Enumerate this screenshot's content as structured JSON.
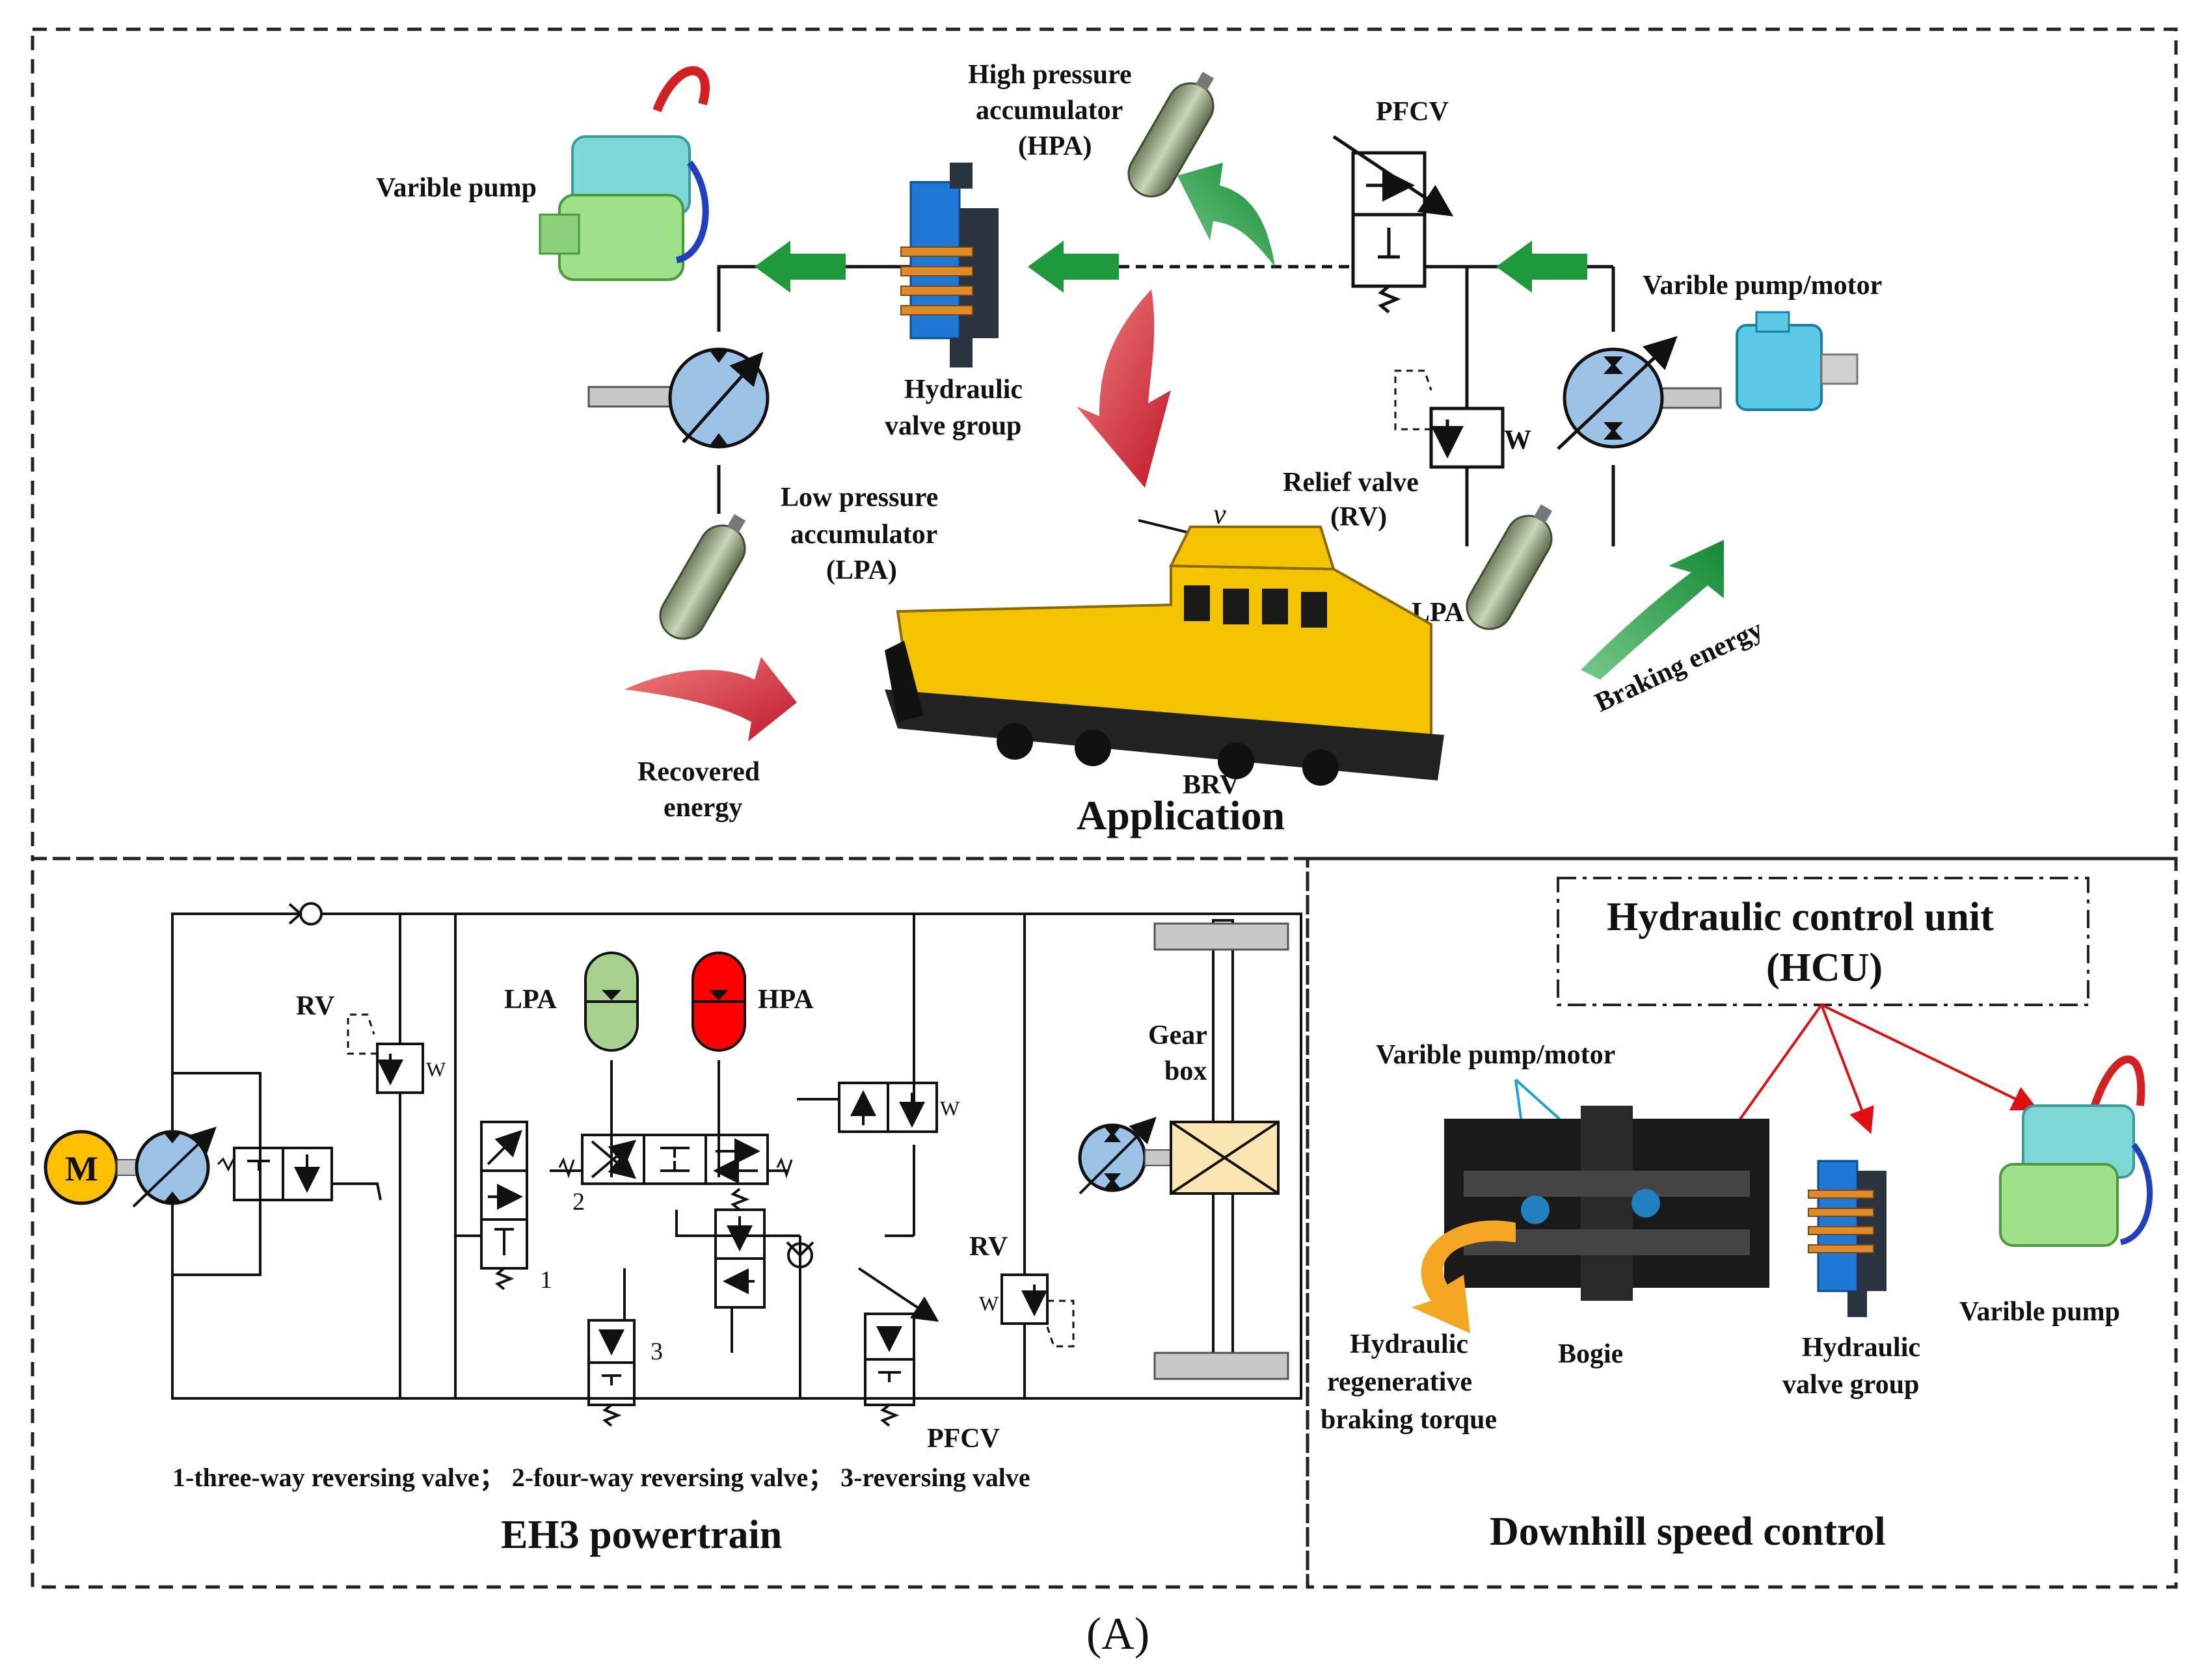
{
  "application": {
    "title": "Application",
    "varible_pump": "Varible pump",
    "hpa_line1": "High pressure",
    "hpa_line2": "accumulator",
    "hpa_line3": "(HPA)",
    "pfcv": "PFCV",
    "varible_pump_motor": "Varible pump/motor",
    "hydraulic_valve_line1": "Hydraulic",
    "hydraulic_valve_line2": "valve group",
    "relief_line1": "Relief valve",
    "relief_line2": "(RV)",
    "lpa_line1": "Low pressure",
    "lpa_line2": "accumulator",
    "lpa_line3": "(LPA)",
    "velocity": "v",
    "lpa_right": "LPA",
    "braking_energy": "Braking energy",
    "recovered_line1": "Recovered",
    "recovered_line2": "energy",
    "brv": "BRV"
  },
  "powertrain": {
    "title": "EH3 powertrain",
    "rv_left": "RV",
    "rv_right": "RV",
    "lpa": "LPA",
    "hpa": "HPA",
    "gear_line1": "Gear",
    "gear_line2": "box",
    "motor": "M",
    "num1": "1",
    "num2": "2",
    "num3": "3",
    "pfcv": "PFCV",
    "legend": "1-three-way reversing valve；  2-four-way reversing valve；  3-reversing valve"
  },
  "downhill": {
    "title": "Downhill speed control",
    "hcu_line1": "Hydraulic control unit",
    "hcu_line2": "(HCU)",
    "varible_pump_motor": "Varible pump/motor",
    "hydraulic_line1": "Hydraulic",
    "hydraulic_line2": "regenerative",
    "hydraulic_line3": "braking torque",
    "bogie": "Bogie",
    "valve_line1": "Hydraulic",
    "valve_line2": "valve group",
    "varible_pump": "Varible pump"
  },
  "figure_label": "(A)",
  "colors": {
    "green_arrow": "#1e9a3c",
    "red_arrow": "#d8343c",
    "pump_blue": "#9cc3e6",
    "lpa_green": "#a9d18e",
    "hpa_red": "#ff0000",
    "motor_yellow": "#ffc000",
    "gearbox_fill": "#fbe5b0",
    "loco_yellow": "#f5c400"
  }
}
